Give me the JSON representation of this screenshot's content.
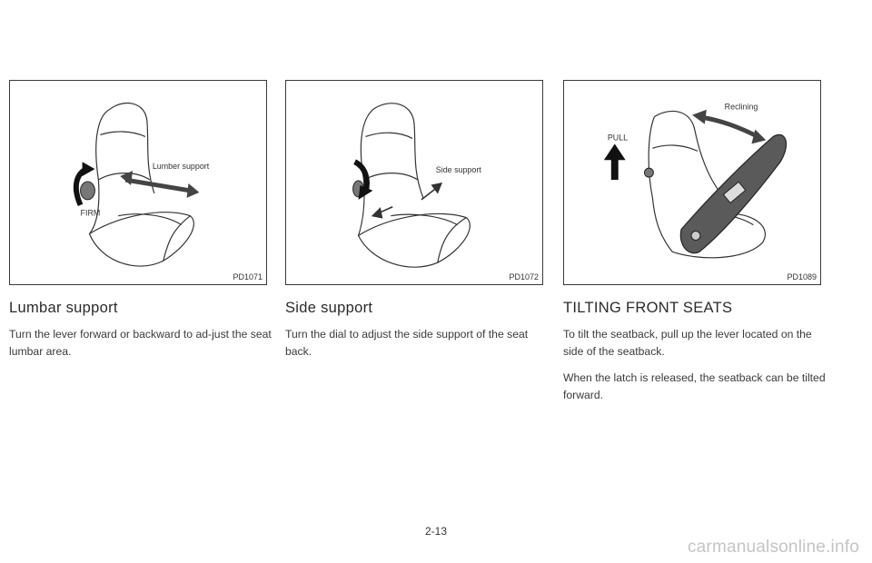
{
  "figures": [
    {
      "label": "Lumber support",
      "extra_label": "FIRM",
      "code": "PD1071"
    },
    {
      "label": "Side support",
      "code": "PD1072"
    },
    {
      "label": "Reclining",
      "extra_label": "PULL",
      "code": "PD1089"
    }
  ],
  "sections": [
    {
      "heading": "Lumbar support",
      "paragraphs": [
        "Turn the lever forward or backward to ad-just the seat lumbar area."
      ]
    },
    {
      "heading": "Side support",
      "paragraphs": [
        "Turn the dial to adjust the side support of the seat back."
      ]
    },
    {
      "heading": "TILTING FRONT SEATS",
      "paragraphs": [
        "To tilt the seatback, pull up the lever located on the side of the seatback.",
        "When the latch is released, the seatback can be tilted forward."
      ]
    }
  ],
  "page_number": "2-13",
  "watermark": "carmanualsonline.info"
}
